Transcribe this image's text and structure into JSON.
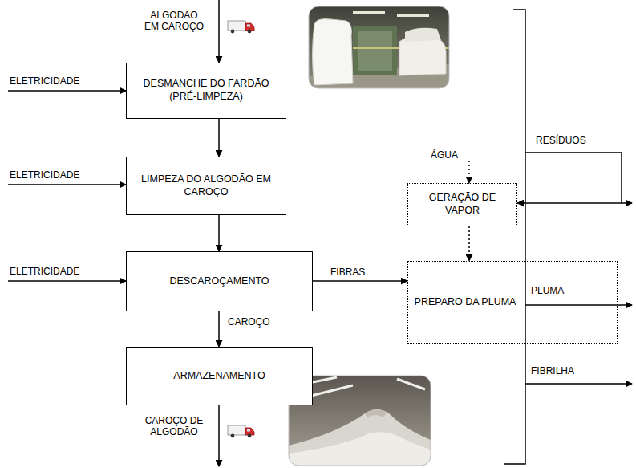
{
  "diagram": {
    "nodes": [
      {
        "text": [
          "DESMANCHE DO FARDÃO (PRÉ-LIMPEZA)"
        ]
      },
      {
        "text": [
          "LIMPEZA DO ALGODÃO EM CAROÇO"
        ]
      },
      {
        "text": [
          "DESCAROÇAMENTO"
        ]
      },
      {
        "text": [
          "ARMAZENAMENTO"
        ]
      },
      {
        "text": [
          "GERAÇÃO DE VAPOR"
        ]
      },
      {
        "text": [
          "PREPARO DA PLUMA"
        ]
      }
    ],
    "edges": [
      {
        "from": 0,
        "to": 1,
        "arrow": "to"
      },
      {
        "from": 1,
        "to": 2,
        "arrow": "to"
      },
      {
        "from": 2,
        "to": 3,
        "label": "CAROÇO",
        "arrow": "to"
      },
      {
        "from": 2,
        "to": 5,
        "label": "FIBRAS",
        "arrow": "to"
      },
      {
        "from": 4,
        "to": 5,
        "arrow": "to"
      }
    ],
    "labels": [
      "ALGODÃO EM CAROÇO",
      "ELETRICIDADE",
      "ELETRICIDADE",
      "ELETRICIDADE",
      "ÁGUA",
      "RESÍDUOS",
      "PLUMA",
      "FIBRILHA",
      "CAROÇO DE ALGODÃO"
    ]
  }
}
